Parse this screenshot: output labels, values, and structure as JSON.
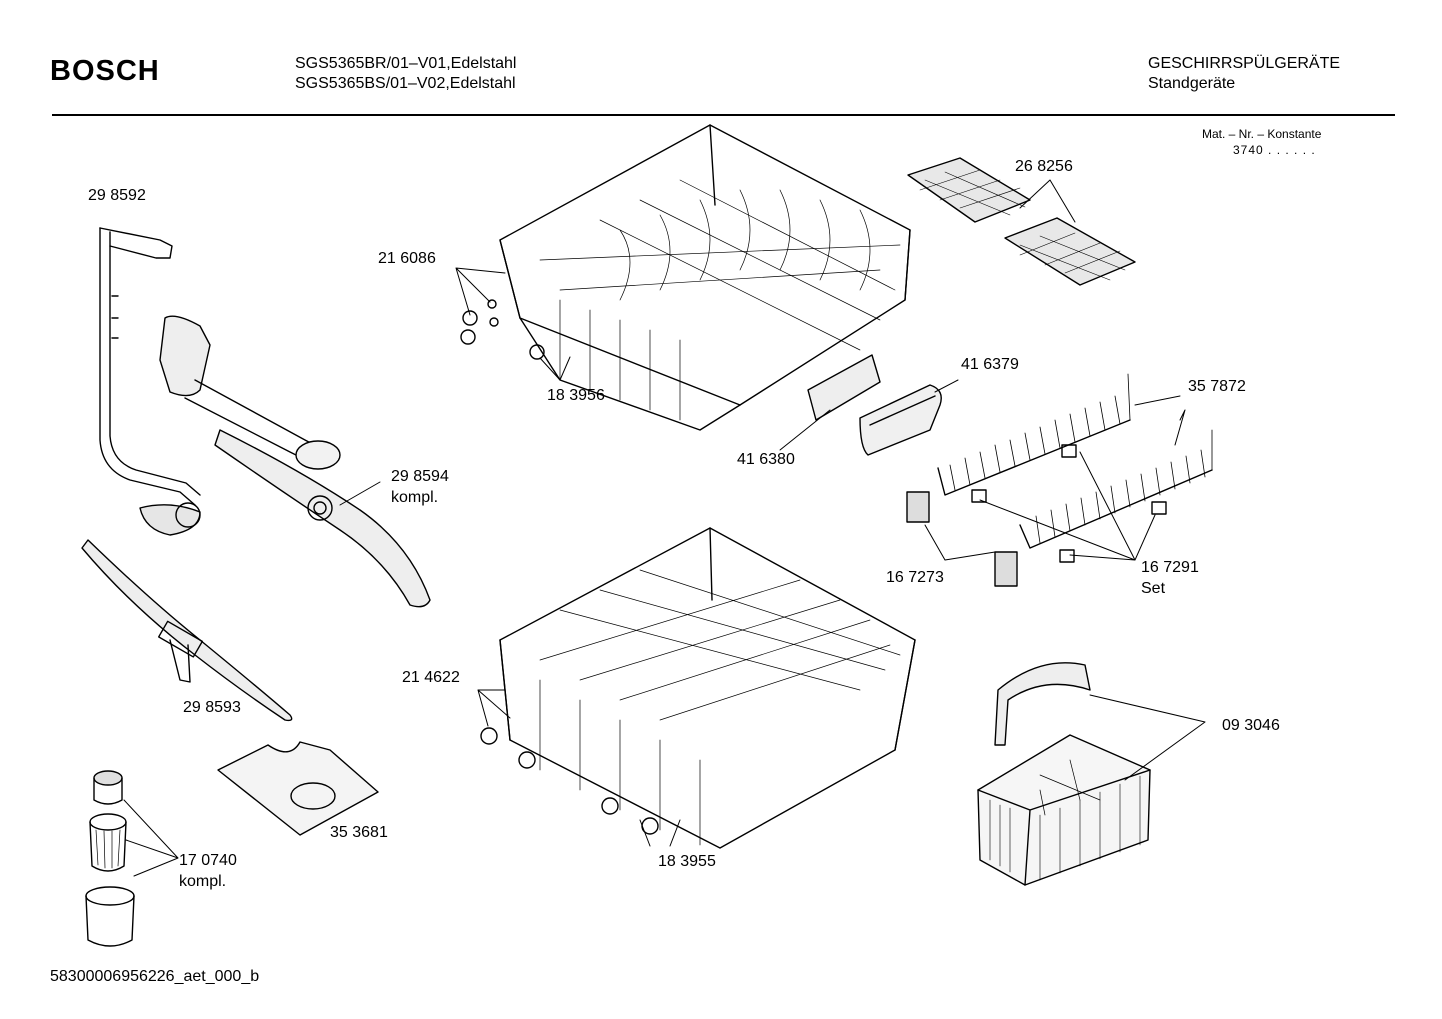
{
  "header": {
    "brand": "BOSCH",
    "model_line_1": "SGS5365BR/01–V01,Edelstahl",
    "model_line_2": "SGS5365BS/01–V02,Edelstahl",
    "category_line_1": "GESCHIRRSPÜLGERÄTE",
    "category_line_2": "Standgeräte"
  },
  "mat_nr": {
    "label": "Mat. – Nr. – Konstante",
    "value": "3740 .  .    .  .  .  ."
  },
  "parts": {
    "p298592": "29 8592",
    "p216086": "21 6086",
    "p268256": "26 8256",
    "p183956": "18 3956",
    "p416379": "41 6379",
    "p357872": "35 7872",
    "p416380": "41 6380",
    "p298594": "29 8594",
    "p298594_note": "kompl.",
    "p167273": "16 7273",
    "p167291": "16 7291",
    "p167291_note": "Set",
    "p214622": "21 4622",
    "p298593": "29 8593",
    "p093046": "09 3046",
    "p353681": "35 3681",
    "p170740": "17 0740",
    "p170740_note": "kompl.",
    "p183955": "18 3955"
  },
  "footer": {
    "doc_id": "5830000695",
    "doc_suffix": "6226_aet_000_b"
  }
}
